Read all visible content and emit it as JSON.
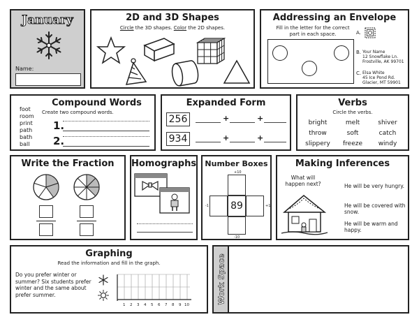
{
  "january": {
    "title": "January",
    "name_label": "Name:"
  },
  "shapes": {
    "title": "2D and 3D Shapes",
    "instr_circle": "Circle",
    "instr_mid": " the 3D shapes. ",
    "instr_color": "Color",
    "instr_end": " the 2D shapes.",
    "icons": [
      "star-icon",
      "cuboid-icon",
      "rubiks-cube-icon",
      "party-hat-icon",
      "cylinder-icon",
      "triangle-icon"
    ]
  },
  "envelope": {
    "title": "Addressing an Envelope",
    "instructions": "Fill in the letter for the correct part in each space.",
    "options": [
      {
        "letter": "A.",
        "lines": []
      },
      {
        "letter": "B.",
        "lines": [
          "Your Name",
          "12 Snowflake Ln.",
          "Frostville, AK 99701"
        ]
      },
      {
        "letter": "C.",
        "lines": [
          "Elsa White",
          "45 Ice Pond Rd.",
          "Glacier, MT 59901"
        ]
      }
    ]
  },
  "compound": {
    "title": "Compound Words",
    "instructions": "Create two compound words.",
    "words": [
      "foot",
      "room",
      "print",
      "path",
      "bath",
      "ball"
    ],
    "numbers": [
      "1.",
      "2."
    ]
  },
  "expanded": {
    "title": "Expanded Form",
    "numbers": [
      "256",
      "934"
    ],
    "plus": "+"
  },
  "verbs": {
    "title": "Verbs",
    "instructions": "Circle the verbs.",
    "rows": [
      [
        "bright",
        "melt",
        "shiver"
      ],
      [
        "throw",
        "soft",
        "catch"
      ],
      [
        "slippery",
        "freeze",
        "windy"
      ]
    ]
  },
  "fraction": {
    "title": "Write the Fraction",
    "pie_slices": [
      5,
      8
    ]
  },
  "homographs": {
    "title": "Homographs"
  },
  "numberboxes": {
    "title": "Number Boxes",
    "center": "89",
    "top": "+10",
    "bottom": "-10",
    "left": "-1",
    "right": "+1"
  },
  "inferences": {
    "title": "Making Inferences",
    "question": "What will happen next?",
    "options": [
      "He will be very hungry.",
      "He will be covered with snow.",
      "He will be warm and happy."
    ]
  },
  "graphing": {
    "title": "Graphing",
    "instructions": "Read the information and fill in the graph.",
    "prompt": "Do you prefer winter or summer? Six students prefer winter and the same about prefer summer.",
    "axis_ticks": [
      "1",
      "2",
      "3",
      "4",
      "5",
      "6",
      "7",
      "8",
      "9",
      "10"
    ]
  },
  "workspace": {
    "label": "Work Space"
  }
}
